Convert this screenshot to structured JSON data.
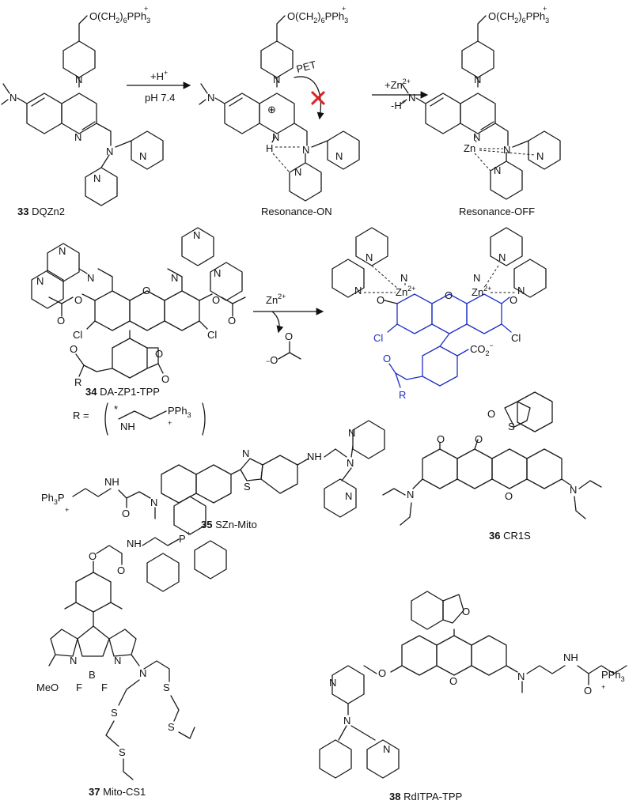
{
  "compounds": [
    {
      "number": "33",
      "name": "DQZn2"
    },
    {
      "number": "34",
      "name": "DA-ZP1-TPP"
    },
    {
      "number": "35",
      "name": "SZn-Mito"
    },
    {
      "number": "36",
      "name": "CR1S"
    },
    {
      "number": "37",
      "name": "Mito-CS1"
    },
    {
      "number": "38",
      "name": "RdITPA-TPP"
    }
  ],
  "states": {
    "on": "Resonance-ON",
    "off": "Resonance-OFF"
  },
  "arrows": {
    "a1_top": "+H",
    "a1_top_sup": "+",
    "a1_bottom": "pH 7.4",
    "a2_top": "+Zn",
    "a2_top_sup": "2+",
    "a2_bottom": "-H",
    "a2_bottom_sup": "+",
    "a3_top": "Zn",
    "a3_top_sup": "2+",
    "pet": "PET"
  },
  "labels": {
    "tpp_chain": "O(CH",
    "tpp_sub": "2",
    "tpp_sub2": "6",
    "tpp_end": "PPh",
    "tpp_3": "3",
    "plus": "+",
    "N": "N",
    "H": "H",
    "O": "O",
    "S": "S",
    "B": "B",
    "F": "F",
    "NH": "NH",
    "P": "P",
    "Zn": "Zn",
    "Zn_sup": "2+",
    "Zn_plain": "Zn",
    "Cl": "Cl",
    "R": "R",
    "co2": "CO",
    "co2_sub": "2",
    "co2_sup": "−",
    "minus": "−",
    "oplus": "⊕",
    "r_eq": "R =",
    "star": "*",
    "ph3p": "Ph",
    "ph3p_sub": "3",
    "meo": "MeO"
  }
}
